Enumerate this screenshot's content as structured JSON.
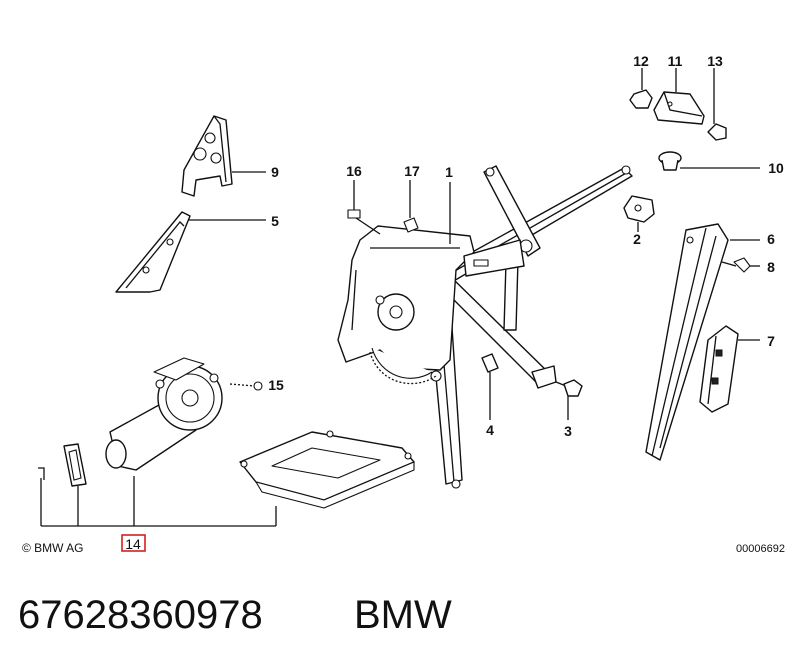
{
  "diagram": {
    "callouts": [
      "1",
      "2",
      "3",
      "4",
      "5",
      "6",
      "7",
      "8",
      "9",
      "10",
      "11",
      "12",
      "13",
      "14",
      "15",
      "16",
      "17"
    ],
    "highlighted_callout": "14",
    "copyright": "© BMW AG",
    "reference_code": "00006692",
    "highlight_color": "#d42020"
  },
  "footer": {
    "part_number": "67628360978",
    "brand": "BMW"
  }
}
